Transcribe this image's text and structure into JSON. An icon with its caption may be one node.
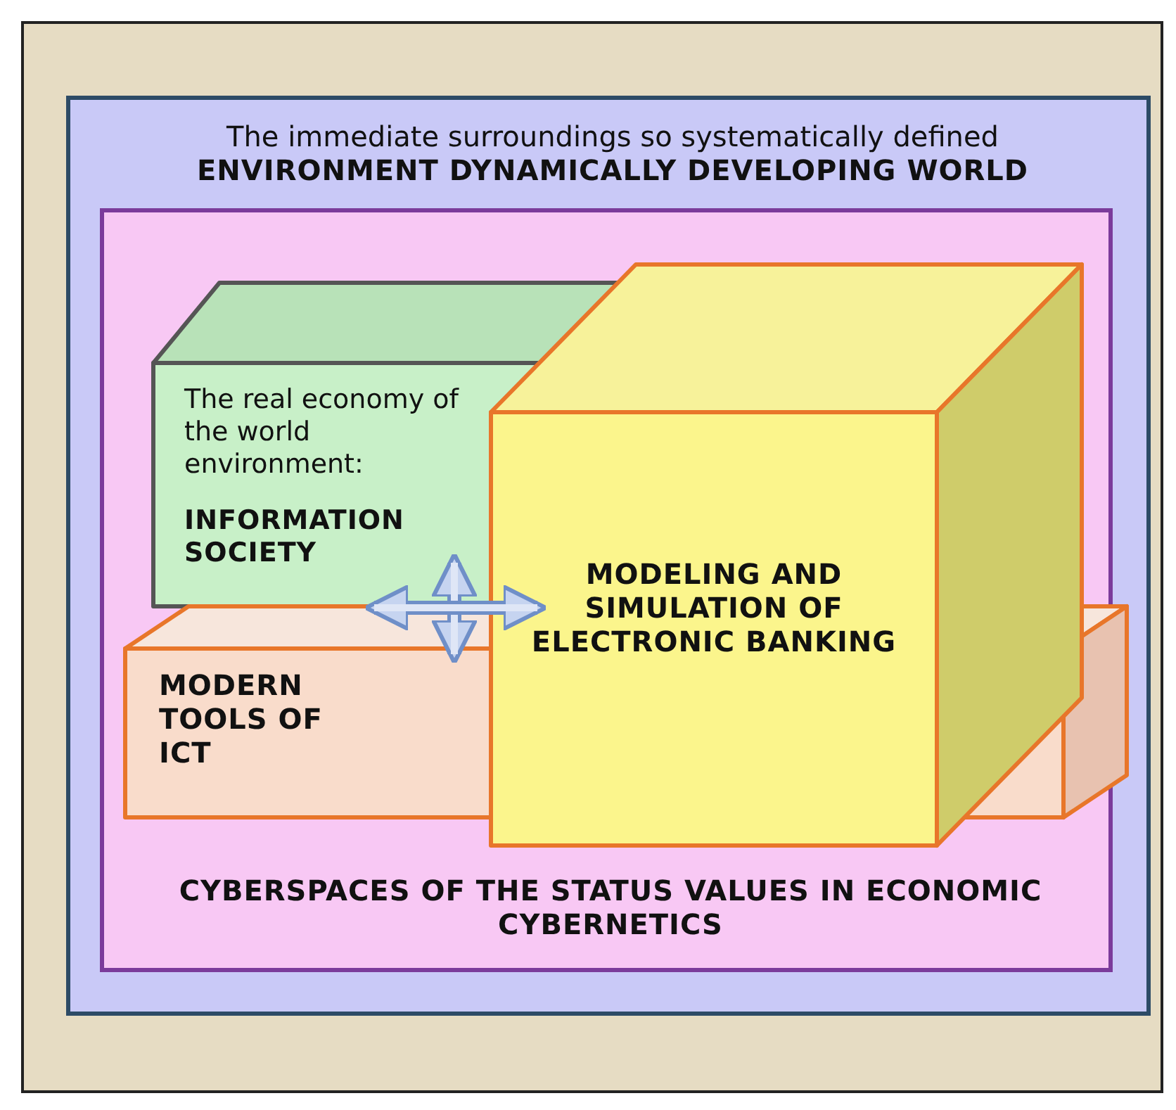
{
  "diagram": {
    "nodes": [
      {
        "text": [
          "The immediate surroundings so systematically defined",
          "ENVIRONMENT DYNAMICALLY DEVELOPING WORLD"
        ]
      },
      {
        "text": [
          "CYBERSPACES OF THE STATUS VALUES IN ECONOMIC CYBERNETICS"
        ],
        "in": 0
      },
      {
        "text": [
          "The real economy of the world environment:",
          "INFORMATION SOCIETY"
        ],
        "in": 1
      },
      {
        "text": [
          "MODERN TOOLS OF ICT"
        ],
        "in": 1
      },
      {
        "text": [
          "MODELING AND SIMULATION OF ELECTRONIC BANKING"
        ],
        "in": 1
      }
    ],
    "edges": [
      {
        "from": 2,
        "to": 3,
        "arrow": "both"
      },
      {
        "from": 3,
        "to": 4,
        "arrow": "both"
      }
    ]
  }
}
